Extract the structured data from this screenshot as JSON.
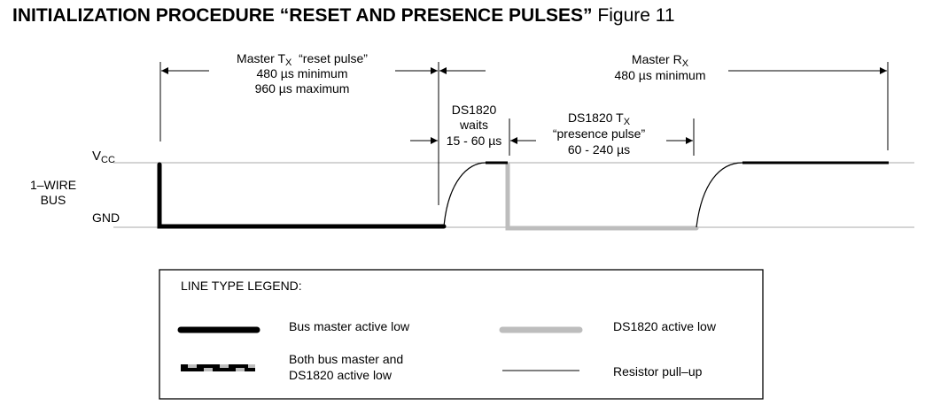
{
  "title": {
    "main": "INITIALIZATION PROCEDURE “RESET AND PRESENCE PULSES”",
    "figure": "Figure 11"
  },
  "timing": {
    "master_tx": {
      "label_prefix": "Master T",
      "label_sub": "X",
      "label_suffix": "  “reset pulse”",
      "min": "480 µs minimum",
      "max": "960 µs maximum"
    },
    "master_rx": {
      "label_prefix": "Master R",
      "label_sub": "X",
      "min": "480 µs minimum"
    },
    "ds_wait": {
      "line1": "DS1820",
      "line2": "waits",
      "line3": "15 - 60 µs"
    },
    "ds_tx": {
      "label_prefix": "DS1820 T",
      "label_sub": "X",
      "line2": "“presence pulse”",
      "line3": "60 - 240 µs"
    }
  },
  "bus": {
    "vcc_main": "V",
    "vcc_sub": "CC",
    "gnd": "GND",
    "name_line1": "1–WIRE",
    "name_line2": "BUS"
  },
  "legend": {
    "title": "LINE TYPE LEGEND:",
    "items": [
      {
        "label": "Bus master active low"
      },
      {
        "label": "DS1820 active low"
      },
      {
        "label_line1": "Both bus master and",
        "label_line2": "DS1820 active low"
      },
      {
        "label": "Resistor pull–up"
      }
    ]
  },
  "colors": {
    "master": "#000000",
    "ds1820": "#bdbdbd",
    "ref_line": "#a8a8a8"
  }
}
